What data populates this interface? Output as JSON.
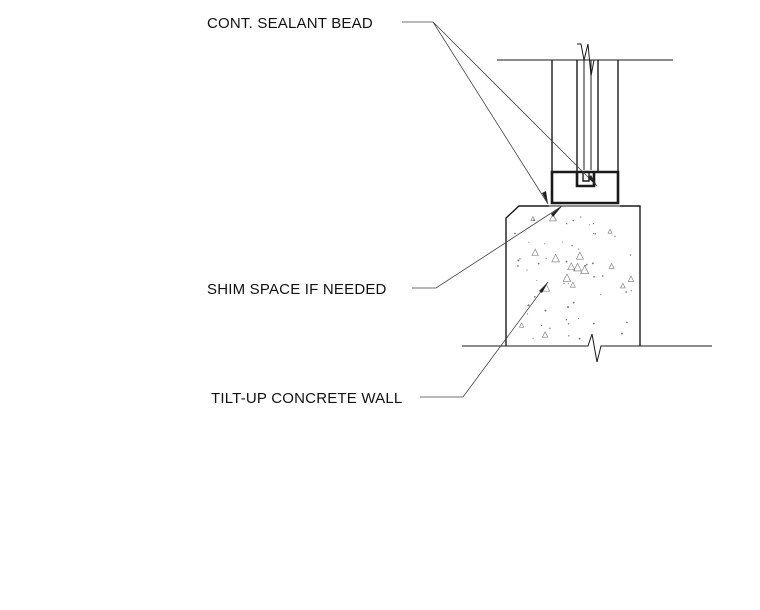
{
  "callouts": {
    "sealant": "CONT. SEALANT BEAD",
    "shim": "SHIM SPACE IF NEEDED",
    "wall": "TILT-UP CONCRETE WALL"
  },
  "colors": {
    "line": "#1a1a1a",
    "leader": "#444444",
    "background": "#ffffff"
  }
}
